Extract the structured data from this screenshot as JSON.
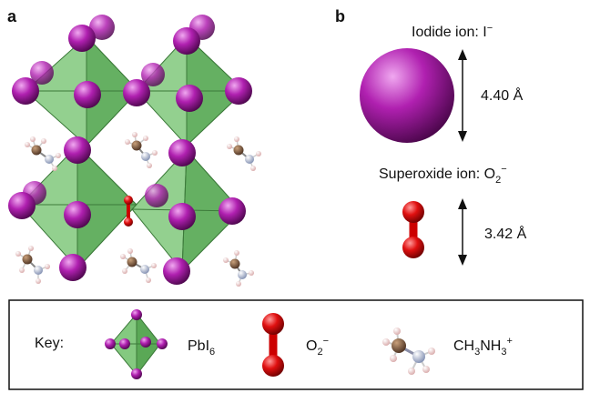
{
  "panels": {
    "a_label": "a",
    "b_label": "b"
  },
  "iodide": {
    "title_prefix": "Iodide ion: I",
    "title_sup": "−",
    "size": "4.40 Å",
    "color": "#b020b0"
  },
  "superoxide": {
    "title_prefix": "Superoxide ion: O",
    "title_sub": "2",
    "title_sup": "−",
    "size": "3.42 Å",
    "color": "#e01010"
  },
  "key": {
    "label": "Key:",
    "pbi6_prefix": "PbI",
    "pbi6_sub": "6",
    "o2_prefix": "O",
    "o2_sub": "2",
    "o2_sup": "−",
    "ch3_a": "CH",
    "ch3_sub1": "3",
    "ch3_b": "NH",
    "ch3_sub2": "3",
    "ch3_sup": "+"
  },
  "colors": {
    "octahedron": "#6fc06a",
    "carbon": "#7a5a3a",
    "nitrogen": "#a9b6d6",
    "hydrogen": "#f2d6d6"
  }
}
